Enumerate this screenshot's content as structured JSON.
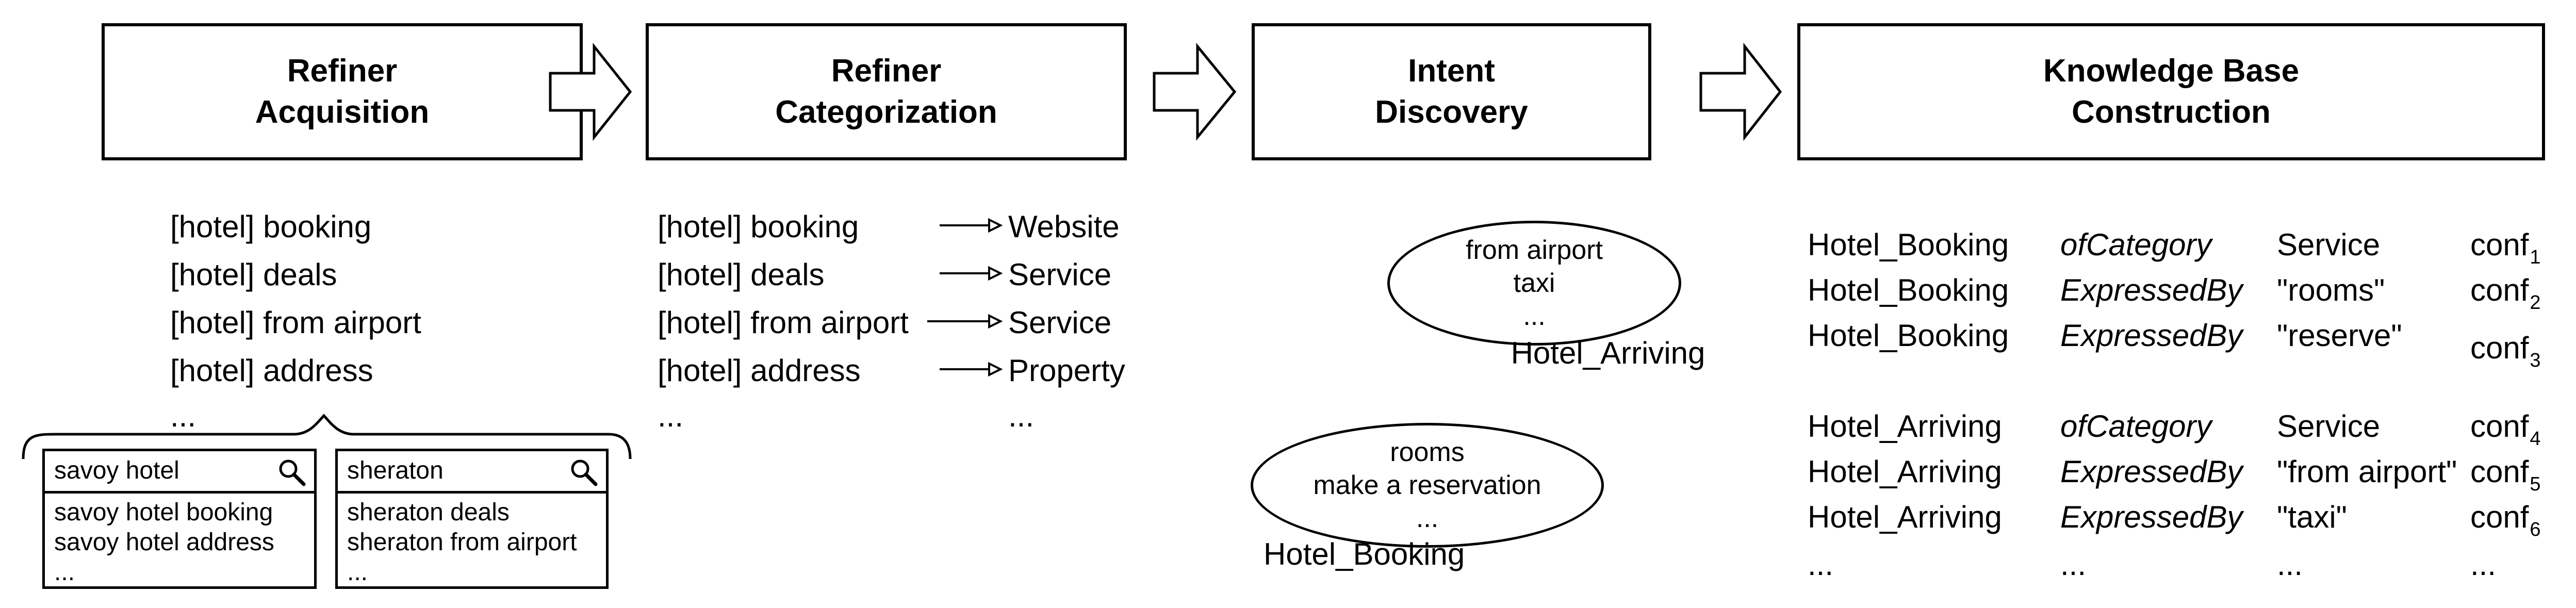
{
  "stages": [
    {
      "line1": "Refiner",
      "line2": "Acquisition"
    },
    {
      "line1": "Refiner",
      "line2": "Categorization"
    },
    {
      "line1": "Intent",
      "line2": "Discovery"
    },
    {
      "line1": "Knowledge Base",
      "line2": "Construction"
    }
  ],
  "acquisition": {
    "refiners": [
      "[hotel] booking",
      "[hotel] deals",
      "[hotel] from airport",
      "[hotel] address"
    ],
    "more": "...",
    "search_boxes": [
      {
        "query": "savoy hotel",
        "suggestions": [
          "savoy hotel booking",
          "savoy hotel address"
        ],
        "more": "..."
      },
      {
        "query": "sheraton",
        "suggestions": [
          "sheraton deals",
          "sheraton from airport"
        ],
        "more": "..."
      }
    ]
  },
  "categorization": {
    "rows": [
      {
        "refiner": "[hotel] booking",
        "category": "Website"
      },
      {
        "refiner": "[hotel] deals",
        "category": "Service"
      },
      {
        "refiner": "[hotel] from airport",
        "category": "Service"
      },
      {
        "refiner": "[hotel] address",
        "category": "Property"
      }
    ],
    "more_left": "...",
    "more_right": "..."
  },
  "intents": [
    {
      "lines": [
        "from airport",
        "taxi",
        "..."
      ],
      "name": "Hotel_Arriving"
    },
    {
      "lines": [
        "rooms",
        "make a reservation",
        "..."
      ],
      "name": "Hotel_Booking"
    }
  ],
  "knowledge_base": {
    "group1": [
      {
        "subject": "Hotel_Booking",
        "predicate": "ofCategory",
        "object": "Service",
        "conf": "conf",
        "sub": "1"
      },
      {
        "subject": "Hotel_Booking",
        "predicate": "ExpressedBy",
        "object": "\"rooms\"",
        "conf": "conf",
        "sub": "2"
      },
      {
        "subject": "Hotel_Booking",
        "predicate": "ExpressedBy",
        "object": "\"reserve\"",
        "conf": "conf",
        "sub": "3"
      }
    ],
    "group2": [
      {
        "subject": "Hotel_Arriving",
        "predicate": "ofCategory",
        "object": "Service",
        "conf": "conf",
        "sub": "4"
      },
      {
        "subject": "Hotel_Arriving",
        "predicate": "ExpressedBy",
        "object": "\"from airport\"",
        "conf": "conf",
        "sub": "5"
      },
      {
        "subject": "Hotel_Arriving",
        "predicate": "ExpressedBy",
        "object": "\"taxi\"",
        "conf": "conf",
        "sub": "6"
      }
    ],
    "more": [
      "...",
      "...",
      "...",
      "..."
    ]
  }
}
